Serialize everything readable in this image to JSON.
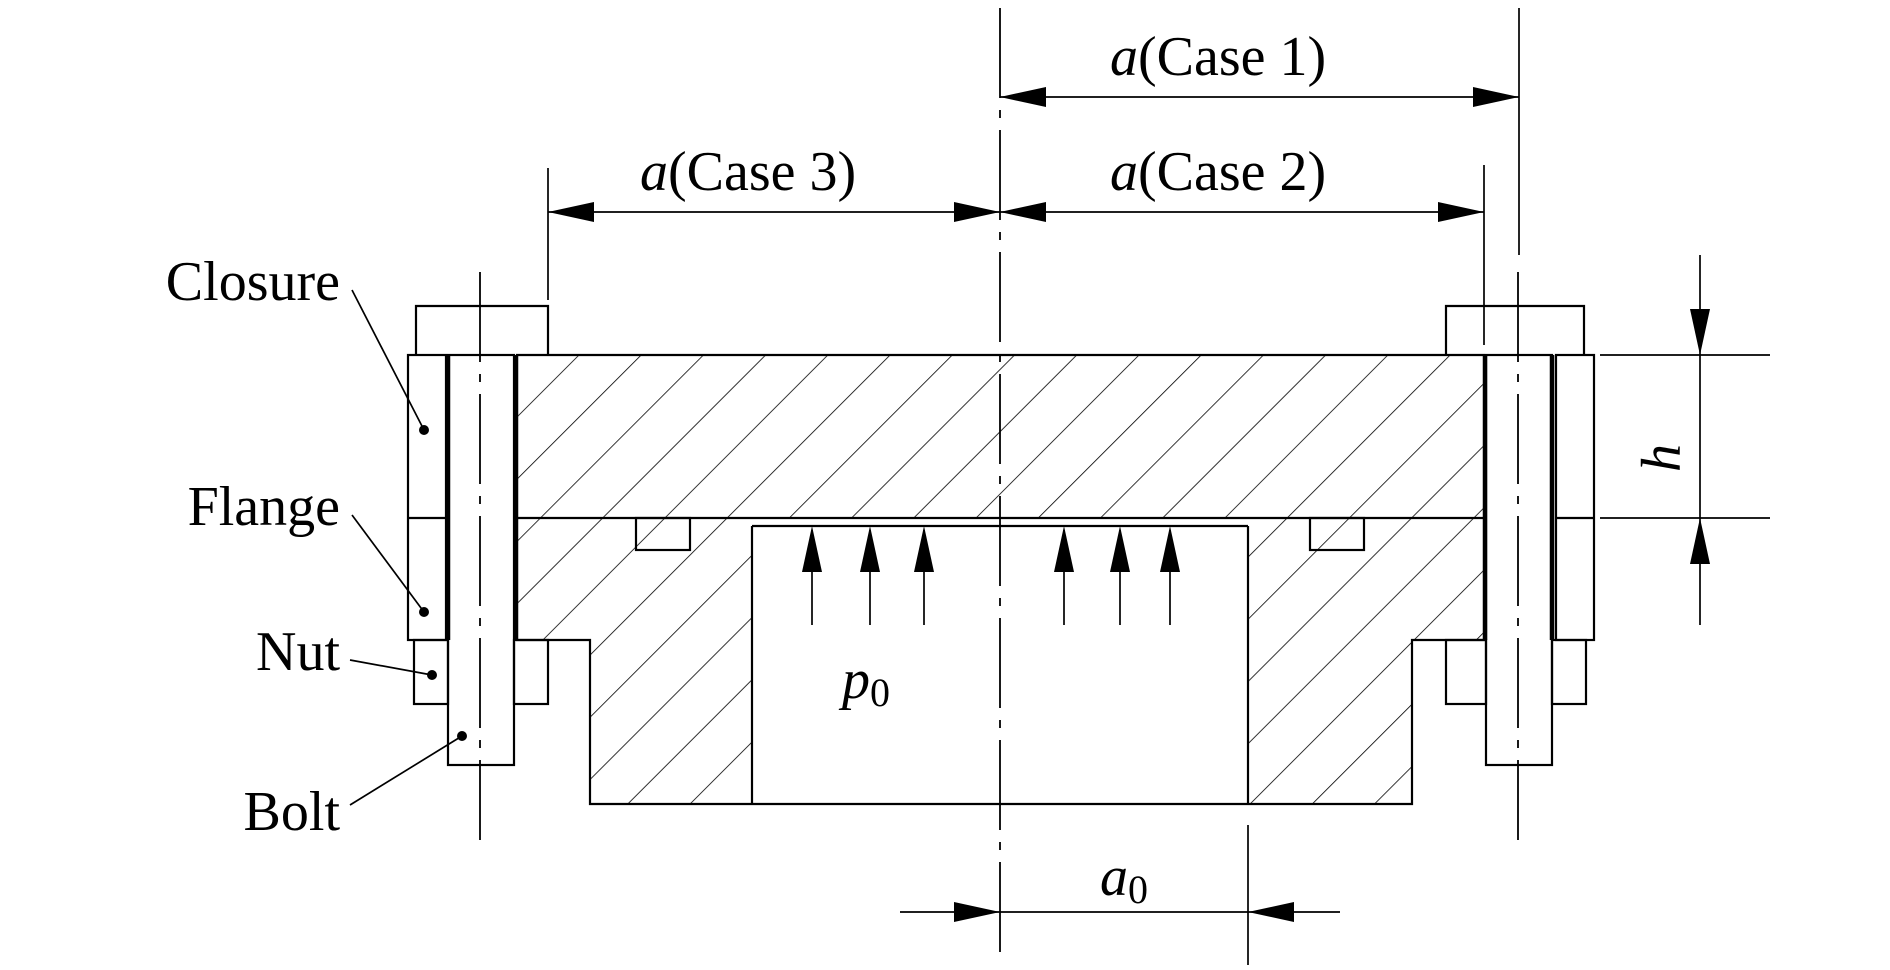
{
  "labels": {
    "closure": "Closure",
    "flange": "Flange",
    "nut": "Nut",
    "bolt": "Bolt"
  },
  "dimensions": {
    "a_symbol": "a",
    "case1": "(Case 1)",
    "case2": "(Case 2)",
    "case3": "(Case 3)",
    "h": "h",
    "a0_main": "a",
    "a0_sub": "0"
  },
  "pressure": {
    "symbol": "p",
    "subscript": "0"
  }
}
